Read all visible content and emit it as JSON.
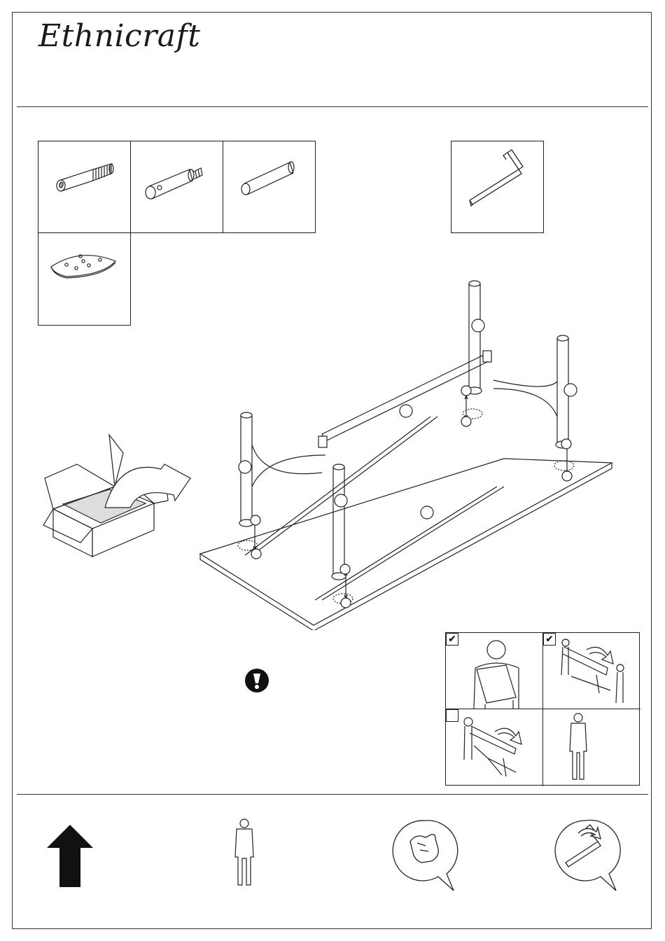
{
  "header": {
    "brand": "Ethnicraft"
  },
  "colors": {
    "line": "#222222",
    "panel_fill": "#cccccc",
    "arrow_fill": "#111111"
  },
  "parts": [
    {
      "id": "bolt",
      "icon": "hex-bolt-icon"
    },
    {
      "id": "connector",
      "icon": "barrel-connector-icon"
    },
    {
      "id": "dowel",
      "icon": "dowel-icon"
    },
    {
      "id": "mounting-plate",
      "icon": "mounting-plate-icon"
    }
  ],
  "tools": [
    {
      "id": "allen-key",
      "icon": "allen-key-icon"
    }
  ],
  "illustration": {
    "unbox": "open-box-icon",
    "assembly": "table-assembly-diagram",
    "warning": "warning-icon"
  },
  "handling_panel": [
    {
      "scene": "person-carrying-box",
      "checked": true,
      "check_mark": "✔"
    },
    {
      "scene": "two-people-flipping-table",
      "checked": true,
      "check_mark": "✔"
    },
    {
      "scene": "one-person-flipping-table",
      "checked": false,
      "check_mark": ""
    },
    {
      "scene": "single-person",
      "checked": false,
      "check_mark": ""
    }
  ],
  "footer_icons": [
    "up-arrow-icon",
    "single-person-icon",
    "hand-tighten-icon",
    "allen-key-turn-icon"
  ]
}
